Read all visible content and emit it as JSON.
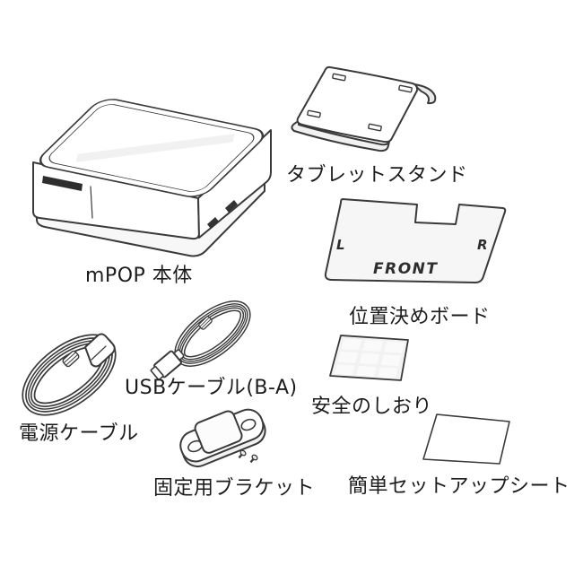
{
  "colors": {
    "background": "#ffffff",
    "line": "#3a3a3a",
    "text": "#1c1c1c",
    "slot": "#2e2e2e",
    "shade": "#f0f0f0",
    "grid_cell": "#e4e4e4"
  },
  "items": {
    "mpop_unit": {
      "label": "mPOP 本体"
    },
    "tablet_stand": {
      "label": "タブレットスタンド"
    },
    "positioning_board": {
      "label": "位置決めボード",
      "marking_left": "L",
      "marking_right": "R",
      "marking_front": "FRONT"
    },
    "power_cable": {
      "label": "電源ケーブル"
    },
    "usb_cable": {
      "label": "USBケーブル(B-A)"
    },
    "safety_leaflet": {
      "label": "安全のしおり"
    },
    "mounting_bracket": {
      "label": "固定用ブラケット"
    },
    "setup_sheet": {
      "label": "簡単セットアップシート"
    }
  }
}
